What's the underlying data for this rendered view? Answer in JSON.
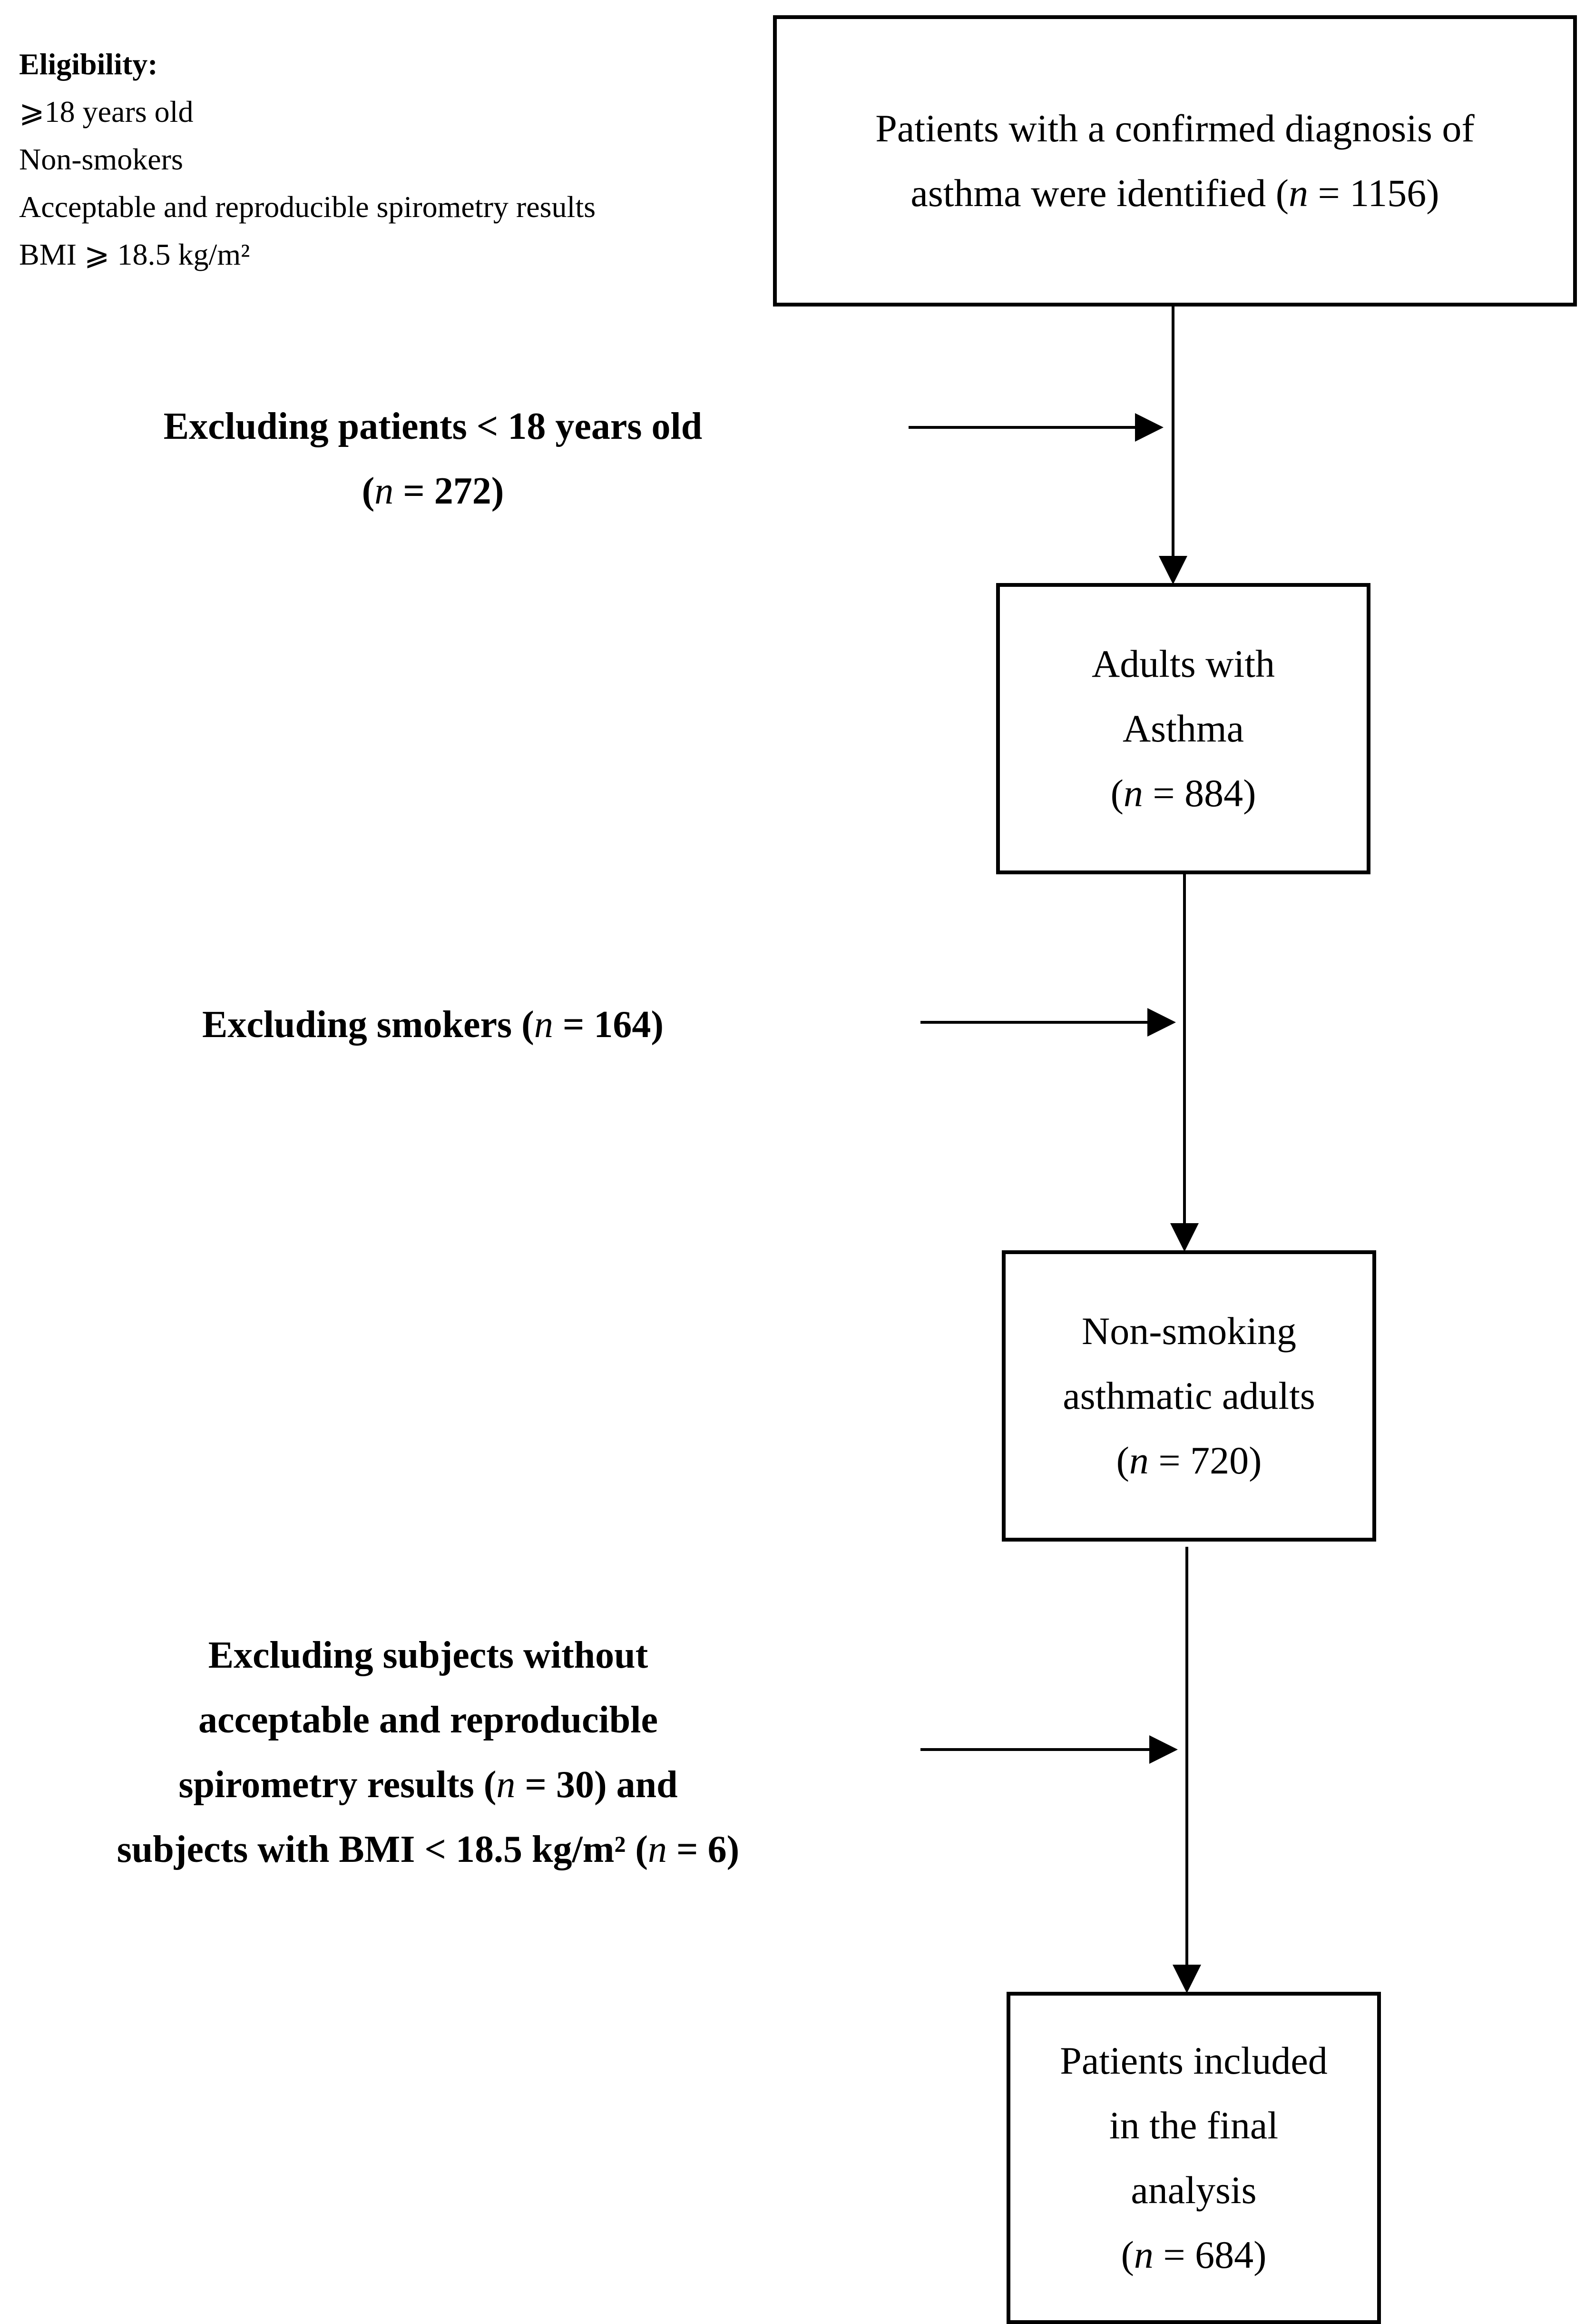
{
  "eligibility": {
    "heading": "Eligibility:",
    "criteria": [
      "⩾18 years old",
      "Non-smokers",
      "Acceptable and reproducible spirometry results",
      "BMI  ⩾  18.5 kg/m²"
    ]
  },
  "boxes": {
    "identified": {
      "line1": "Patients with a confirmed diagnosis of",
      "line2_pre": "asthma were identified (",
      "n_symbol": "n",
      "line2_post": " = 1156)"
    },
    "adults": {
      "line1": "Adults with",
      "line2": "Asthma",
      "count_pre": "(",
      "n_symbol": "n",
      "count_post": " = 884)"
    },
    "non_smoking": {
      "line1": "Non-smoking",
      "line2": "asthmatic adults",
      "count_pre": "(",
      "n_symbol": "n",
      "count_post": " = 720)"
    },
    "final": {
      "line1": "Patients included",
      "line2": "in the final",
      "line3": "analysis",
      "count_pre": "(",
      "n_symbol": "n",
      "count_post": " = 684)"
    }
  },
  "exclusions": {
    "age": {
      "line1": "Excluding patients < 18 years old",
      "line2_pre": "(",
      "n_symbol": "n",
      "line2_post": " = 272)"
    },
    "smokers": {
      "pre": "Excluding smokers (",
      "n_symbol": "n",
      "post": " = 164)"
    },
    "spirometry_bmi": {
      "line1": "Excluding subjects without",
      "line2": "acceptable and reproducible",
      "line3_pre": "spirometry results (",
      "n_symbol_1": "n",
      "line3_post": " = 30) and",
      "line4_pre": "subjects with BMI < 18.5 kg/m² (",
      "n_symbol_2": "n",
      "line4_post": " = 6)"
    }
  }
}
